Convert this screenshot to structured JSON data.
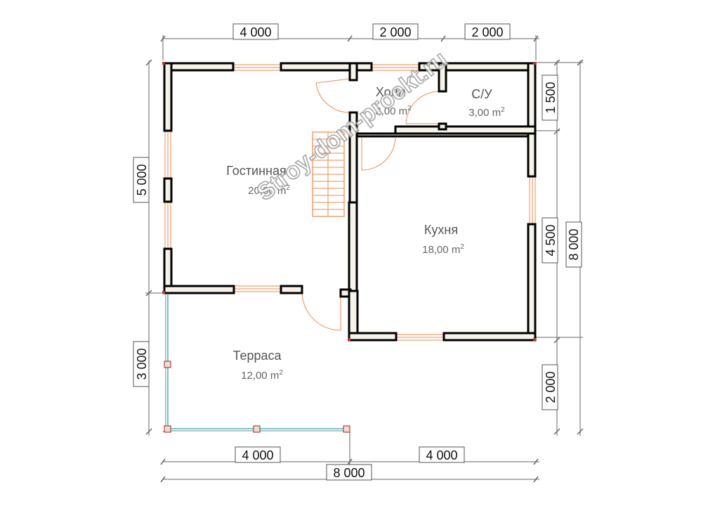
{
  "watermark": "Stroy-dom-proekt.ru",
  "rooms": [
    {
      "name": "Гостинная",
      "area": "20,00 m",
      "sup": "2"
    },
    {
      "name": "Холл",
      "area": "3,00 m",
      "sup": "2"
    },
    {
      "name": "С/У",
      "area": "3,00 m",
      "sup": "2"
    },
    {
      "name": "Кухня",
      "area": "18,00 m",
      "sup": "2"
    },
    {
      "name": "Терраса",
      "area": "12,00 m",
      "sup": "2"
    }
  ],
  "dimensions": {
    "top": [
      "4 000",
      "2 000",
      "2 000"
    ],
    "bottom": [
      "4 000",
      "4 000"
    ],
    "total_bottom": "8 000",
    "left": [
      "5 000",
      "3 000"
    ],
    "right": [
      "1 500",
      "4 500",
      "2 000"
    ],
    "total_right": "8 000"
  },
  "colors": {
    "wall_fill": "#f5f3ea",
    "window": "#f08a4b",
    "railing": "#7fc3c8",
    "corner": "#c9332b"
  }
}
